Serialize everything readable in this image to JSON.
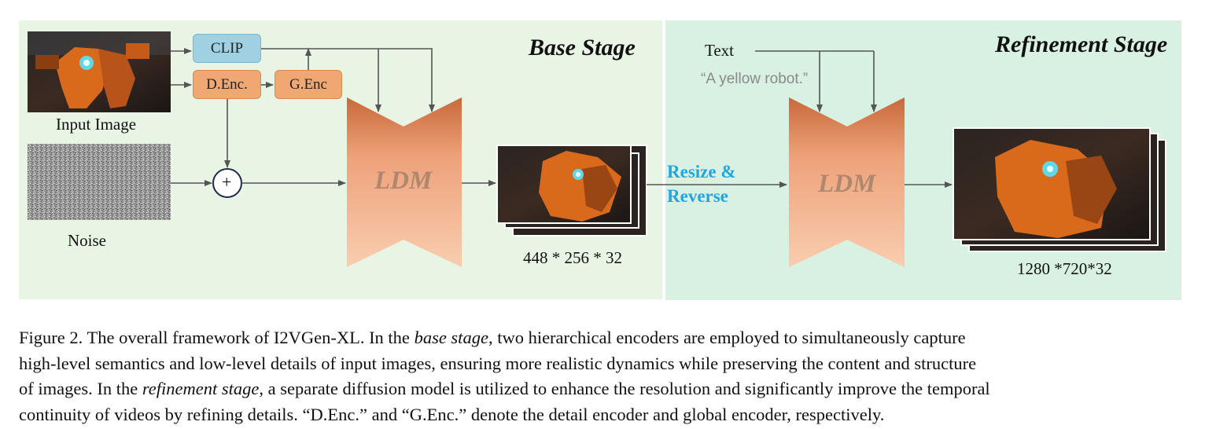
{
  "figure": {
    "base_stage_title": "Base Stage",
    "refinement_stage_title": "Refinement Stage",
    "input_image_label": "Input Image",
    "noise_label": "Noise",
    "clip_label": "CLIP",
    "denc_label": "D.Enc.",
    "genc_label": "G.Enc",
    "plus_symbol": "+",
    "ldm_label": "LDM",
    "text_label": "Text",
    "text_prompt": "“A yellow robot.”",
    "resize_line1": "Resize &",
    "resize_line2": "Reverse",
    "base_resolution": "448 * 256 * 32",
    "refine_resolution": "1280 *720*32",
    "colors": {
      "base_bg": "#e9f5e4",
      "refine_bg": "#d8f1e3",
      "clip_box": "#9fd1e3",
      "enc_box": "#f0a872",
      "ldm_top": "#c8693a",
      "ldm_bottom": "#f9cdb0",
      "resize_text": "#22a6e0"
    }
  },
  "caption": {
    "line1_a": "Figure 2.  The overall framework of I2VGen-XL. In the ",
    "line1_em": "base stage",
    "line1_b": ", two hierarchical encoders are employed to simultaneously capture",
    "line2": "high-level semantics and low-level details of input images, ensuring more realistic dynamics while preserving the content and structure",
    "line3_a": "of images. In the ",
    "line3_em": "refinement stage",
    "line3_b": ", a separate diffusion model is utilized to enhance the resolution and significantly improve the temporal",
    "line4": "continuity of videos by refining details. “D.Enc.” and “G.Enc.” denote the detail encoder and global encoder, respectively."
  }
}
